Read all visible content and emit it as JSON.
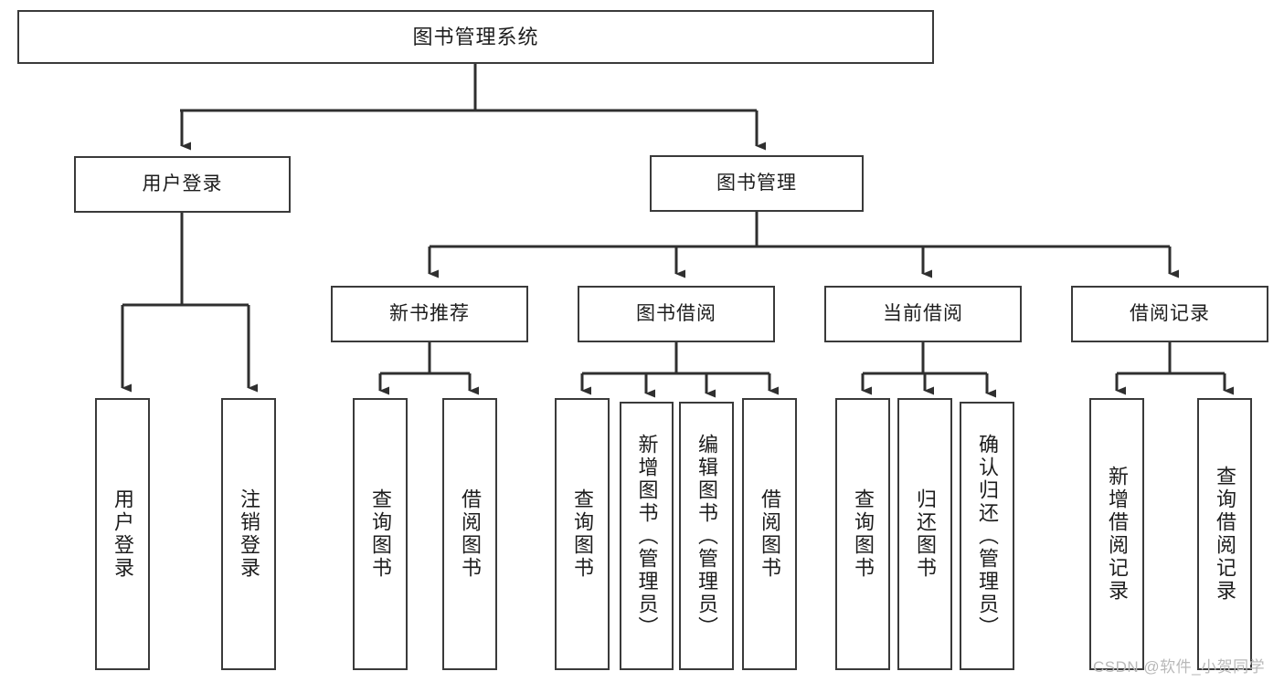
{
  "diagram": {
    "title": "图书管理系统",
    "type": "tree",
    "watermark": "CSDN @软件_小贺同学",
    "colors": {
      "box_border": "#3a3a3a",
      "box_fill": "#ffffff",
      "edge": "#2f2f2f",
      "text": "#1d1d1d",
      "watermark": "#b9b9b9",
      "background": "#ffffff"
    },
    "levels": [
      {
        "level": 1,
        "nodes": [
          {
            "id": "root",
            "label": "图书管理系统",
            "orientation": "horizontal"
          }
        ]
      },
      {
        "level": 2,
        "nodes": [
          {
            "id": "login",
            "label": "用户登录",
            "orientation": "horizontal",
            "parent": "root"
          },
          {
            "id": "bookmgmt",
            "label": "图书管理",
            "orientation": "horizontal",
            "parent": "root"
          }
        ]
      },
      {
        "level": 3,
        "nodes": [
          {
            "id": "newbook",
            "label": "新书推荐",
            "orientation": "horizontal",
            "parent": "bookmgmt"
          },
          {
            "id": "borrow",
            "label": "图书借阅",
            "orientation": "horizontal",
            "parent": "bookmgmt"
          },
          {
            "id": "current",
            "label": "当前借阅",
            "orientation": "horizontal",
            "parent": "bookmgmt"
          },
          {
            "id": "records",
            "label": "借阅记录",
            "orientation": "horizontal",
            "parent": "bookmgmt"
          }
        ]
      },
      {
        "level": 4,
        "nodes": [
          {
            "id": "leaf-login-1",
            "label": "用户登录",
            "orientation": "vertical",
            "parent": "login"
          },
          {
            "id": "leaf-login-2",
            "label": "注销登录",
            "orientation": "vertical",
            "parent": "login"
          },
          {
            "id": "leaf-newbook-1",
            "label": "查询图书",
            "orientation": "vertical",
            "parent": "newbook"
          },
          {
            "id": "leaf-newbook-2",
            "label": "借阅图书",
            "orientation": "vertical",
            "parent": "newbook"
          },
          {
            "id": "leaf-borrow-1",
            "label": "查询图书",
            "orientation": "vertical",
            "parent": "borrow"
          },
          {
            "id": "leaf-borrow-2",
            "label": "新增图书（管理员）",
            "orientation": "vertical",
            "parent": "borrow"
          },
          {
            "id": "leaf-borrow-3",
            "label": "编辑图书（管理员）",
            "orientation": "vertical",
            "parent": "borrow"
          },
          {
            "id": "leaf-borrow-4",
            "label": "借阅图书",
            "orientation": "vertical",
            "parent": "borrow"
          },
          {
            "id": "leaf-current-1",
            "label": "查询图书",
            "orientation": "vertical",
            "parent": "current"
          },
          {
            "id": "leaf-current-2",
            "label": "归还图书",
            "orientation": "vertical",
            "parent": "current"
          },
          {
            "id": "leaf-current-3",
            "label": "确认归还（管理员）",
            "orientation": "vertical",
            "parent": "current"
          },
          {
            "id": "leaf-records-1",
            "label": "新增借阅记录",
            "orientation": "vertical",
            "parent": "records"
          },
          {
            "id": "leaf-records-2",
            "label": "查询借阅记录",
            "orientation": "vertical",
            "parent": "records"
          }
        ]
      }
    ]
  }
}
